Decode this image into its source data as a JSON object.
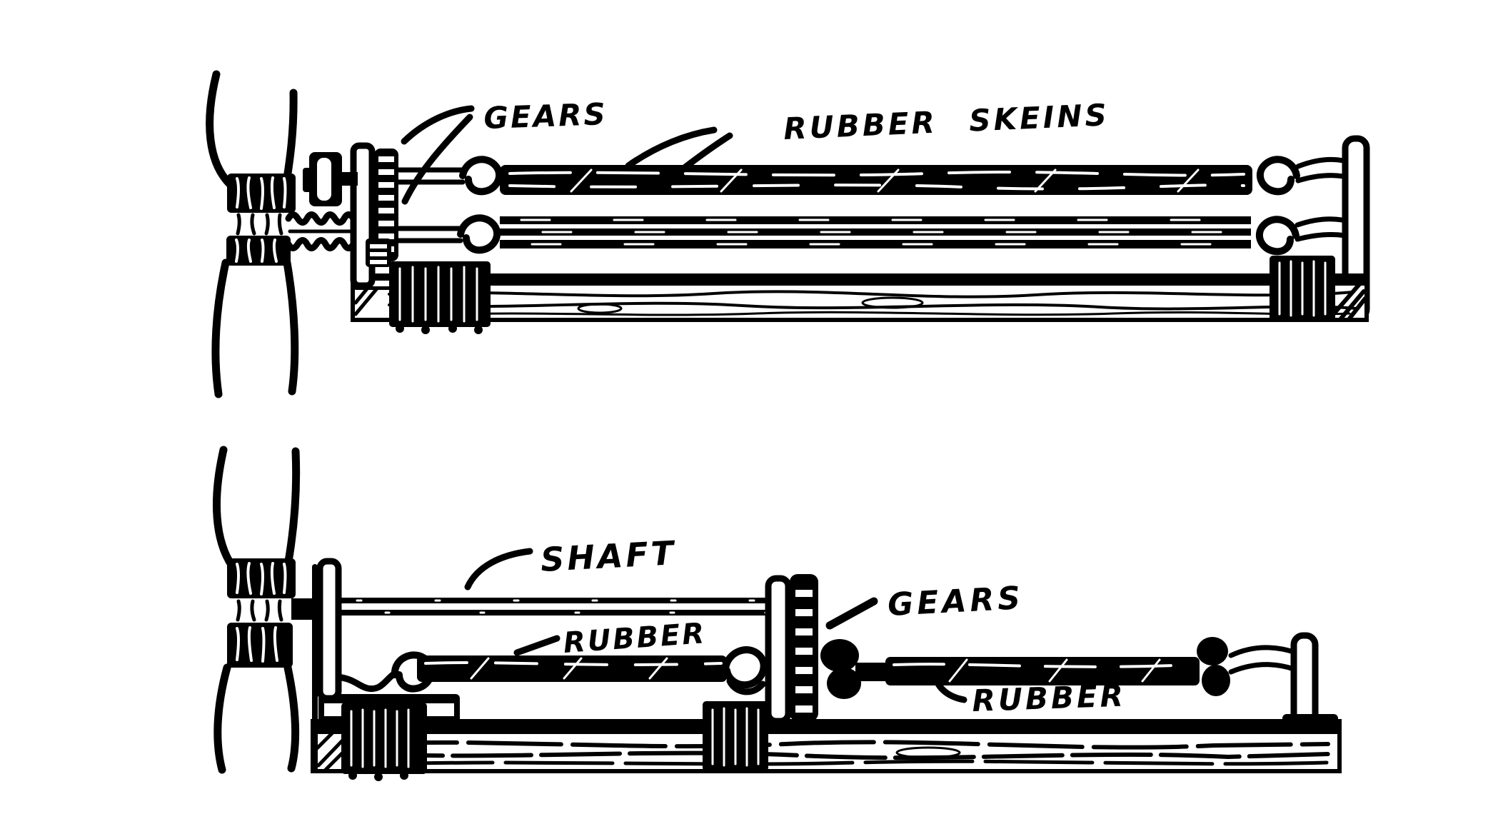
{
  "illustration": {
    "type": "hand-drawn book engraving",
    "subject": "Rubber-skein drives for a model aeroplane propeller",
    "background_color": "#ffffff",
    "ink_color": "#000000"
  },
  "figure_top": {
    "name": "twin-rubber-skein drive on a wooden stick",
    "labels": {
      "gears": "GEARS",
      "rubber_skeins": "RUBBER SKEINS"
    }
  },
  "figure_bottom": {
    "name": "geared shaft drive with two rubber motors on a wooden base",
    "labels": {
      "shaft": "SHAFT",
      "rubber_front": "RUBBER",
      "gears": "GEARS",
      "rubber_rear": "RUBBER"
    }
  }
}
